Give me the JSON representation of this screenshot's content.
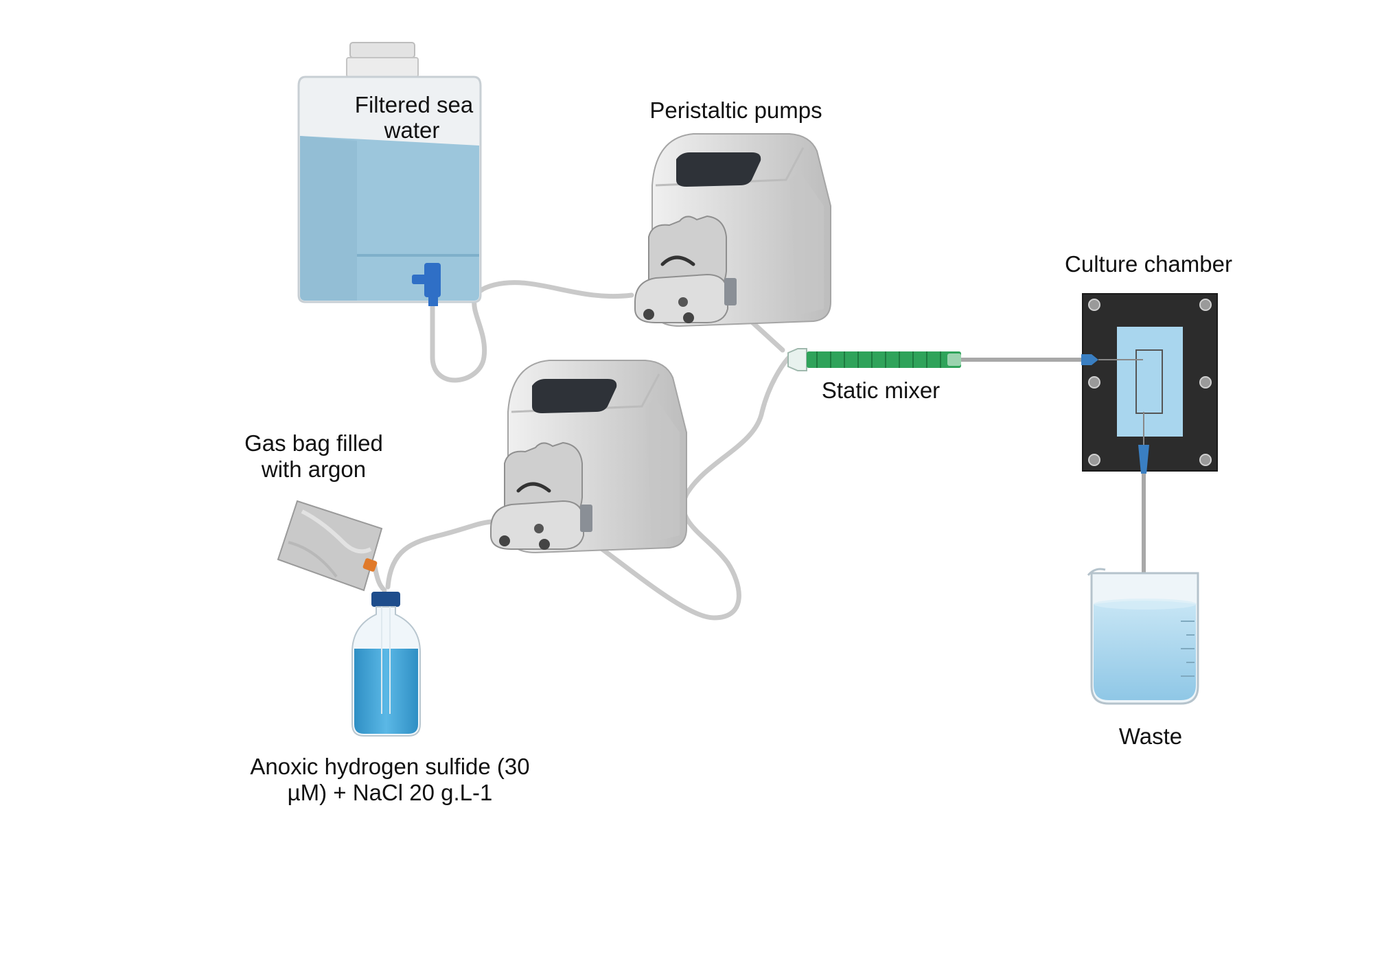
{
  "labels": {
    "carboy": [
      "Filtered sea",
      "water"
    ],
    "pumps": "Peristaltic pumps",
    "gas_bag": [
      "Gas bag filled",
      "with argon"
    ],
    "reagent_bottle": [
      "Anoxic hydrogen sulfide (30",
      "µM) + NaCl 20 g.L-1"
    ],
    "mixer": "Static mixer",
    "chamber": "Culture chamber",
    "waste": "Waste"
  },
  "colors": {
    "water": "#9cc6dc",
    "bottle_liquid": "#3fa6d8",
    "mixer_green": "#2fa35a",
    "pump_body": "#d6d6d6",
    "chamber_frame": "#2c2c2c",
    "chamber_window": "#a9d6ee",
    "cap_blue": "#1e4d8c",
    "valve_orange": "#e07a2a"
  }
}
